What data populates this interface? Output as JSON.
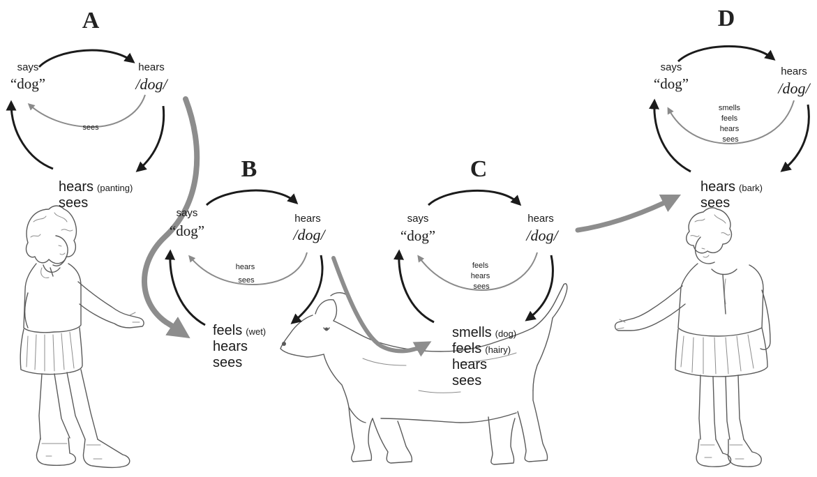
{
  "panels": {
    "a": {
      "letter": "A",
      "says": "says",
      "says_word": "“dog”",
      "hears": "hears",
      "hears_word": "/dog/",
      "inner": [
        "sees"
      ],
      "bottom_lines": [
        {
          "main": "hears",
          "note": "(panting)"
        },
        {
          "main": "sees",
          "note": ""
        }
      ]
    },
    "b": {
      "letter": "B",
      "says": "says",
      "says_word": "“dog”",
      "hears": "hears",
      "hears_word": "/dog/",
      "inner": [
        "hears",
        "sees"
      ],
      "bottom_lines": [
        {
          "main": "feels",
          "note": "(wet)"
        },
        {
          "main": "hears",
          "note": ""
        },
        {
          "main": "sees",
          "note": ""
        }
      ]
    },
    "c": {
      "letter": "C",
      "says": "says",
      "says_word": "“dog”",
      "hears": "hears",
      "hears_word": "/dog/",
      "inner": [
        "feels",
        "hears",
        "sees"
      ],
      "bottom_lines": [
        {
          "main": "smells",
          "note": "(dog)"
        },
        {
          "main": "feels",
          "note": "(hairy)"
        },
        {
          "main": "hears",
          "note": ""
        },
        {
          "main": "sees",
          "note": ""
        }
      ]
    },
    "d": {
      "letter": "D",
      "says": "says",
      "says_word": "“dog”",
      "hears": "hears",
      "hears_word": "/dog/",
      "inner": [
        "smells",
        "feels",
        "hears",
        "sees"
      ],
      "bottom_lines": [
        {
          "main": "hears",
          "note": "(bark)"
        },
        {
          "main": "sees",
          "note": ""
        }
      ]
    }
  },
  "colors": {
    "loop": "#1b1b1b",
    "inner_loop": "#8a8a8a",
    "flow_arrow": "#8d8d8d",
    "sketch": "#5a5a5a"
  },
  "illustrations": [
    "child-figure",
    "dog-figure",
    "child-figure"
  ]
}
